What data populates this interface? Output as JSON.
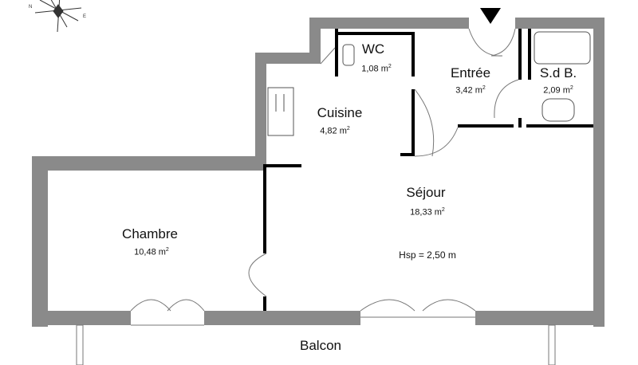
{
  "rooms": {
    "wc": {
      "name": "WC",
      "area": "1,08 m",
      "unit_exp": "2"
    },
    "entree": {
      "name": "Entrée",
      "area": "3,42 m",
      "unit_exp": "2"
    },
    "sdb": {
      "name": "S.d B.",
      "area": "2,09 m",
      "unit_exp": "2"
    },
    "cuisine": {
      "name": "Cuisine",
      "area": "4,82 m",
      "unit_exp": "2"
    },
    "sejour": {
      "name": "Séjour",
      "area": "18,33 m",
      "unit_exp": "2"
    },
    "chambre": {
      "name": "Chambre",
      "area": "10,48 m",
      "unit_exp": "2"
    }
  },
  "ceiling_height": "Hsp = 2,50 m",
  "balcony": "Balcon"
}
